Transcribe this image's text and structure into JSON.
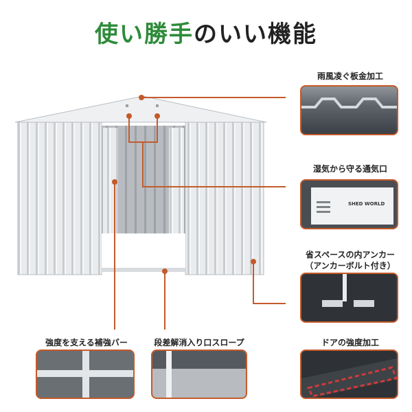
{
  "title": {
    "highlight": "使い勝手",
    "rest": "のいい機能"
  },
  "features": {
    "roof": "雨風凌ぐ板金加工",
    "vent": "湿気から守る通気口",
    "anchor_line1": "省スペースの内アンカー",
    "anchor_line2": "（アンカーボルト付き）",
    "bar": "強度を支える補強バー",
    "slope": "段差解消入り口スロープ",
    "door": "ドアの強度加工"
  },
  "vent_brand": "SHED WORLD",
  "colors": {
    "accent": "#c45a2a",
    "green": "#2e8b3a"
  }
}
